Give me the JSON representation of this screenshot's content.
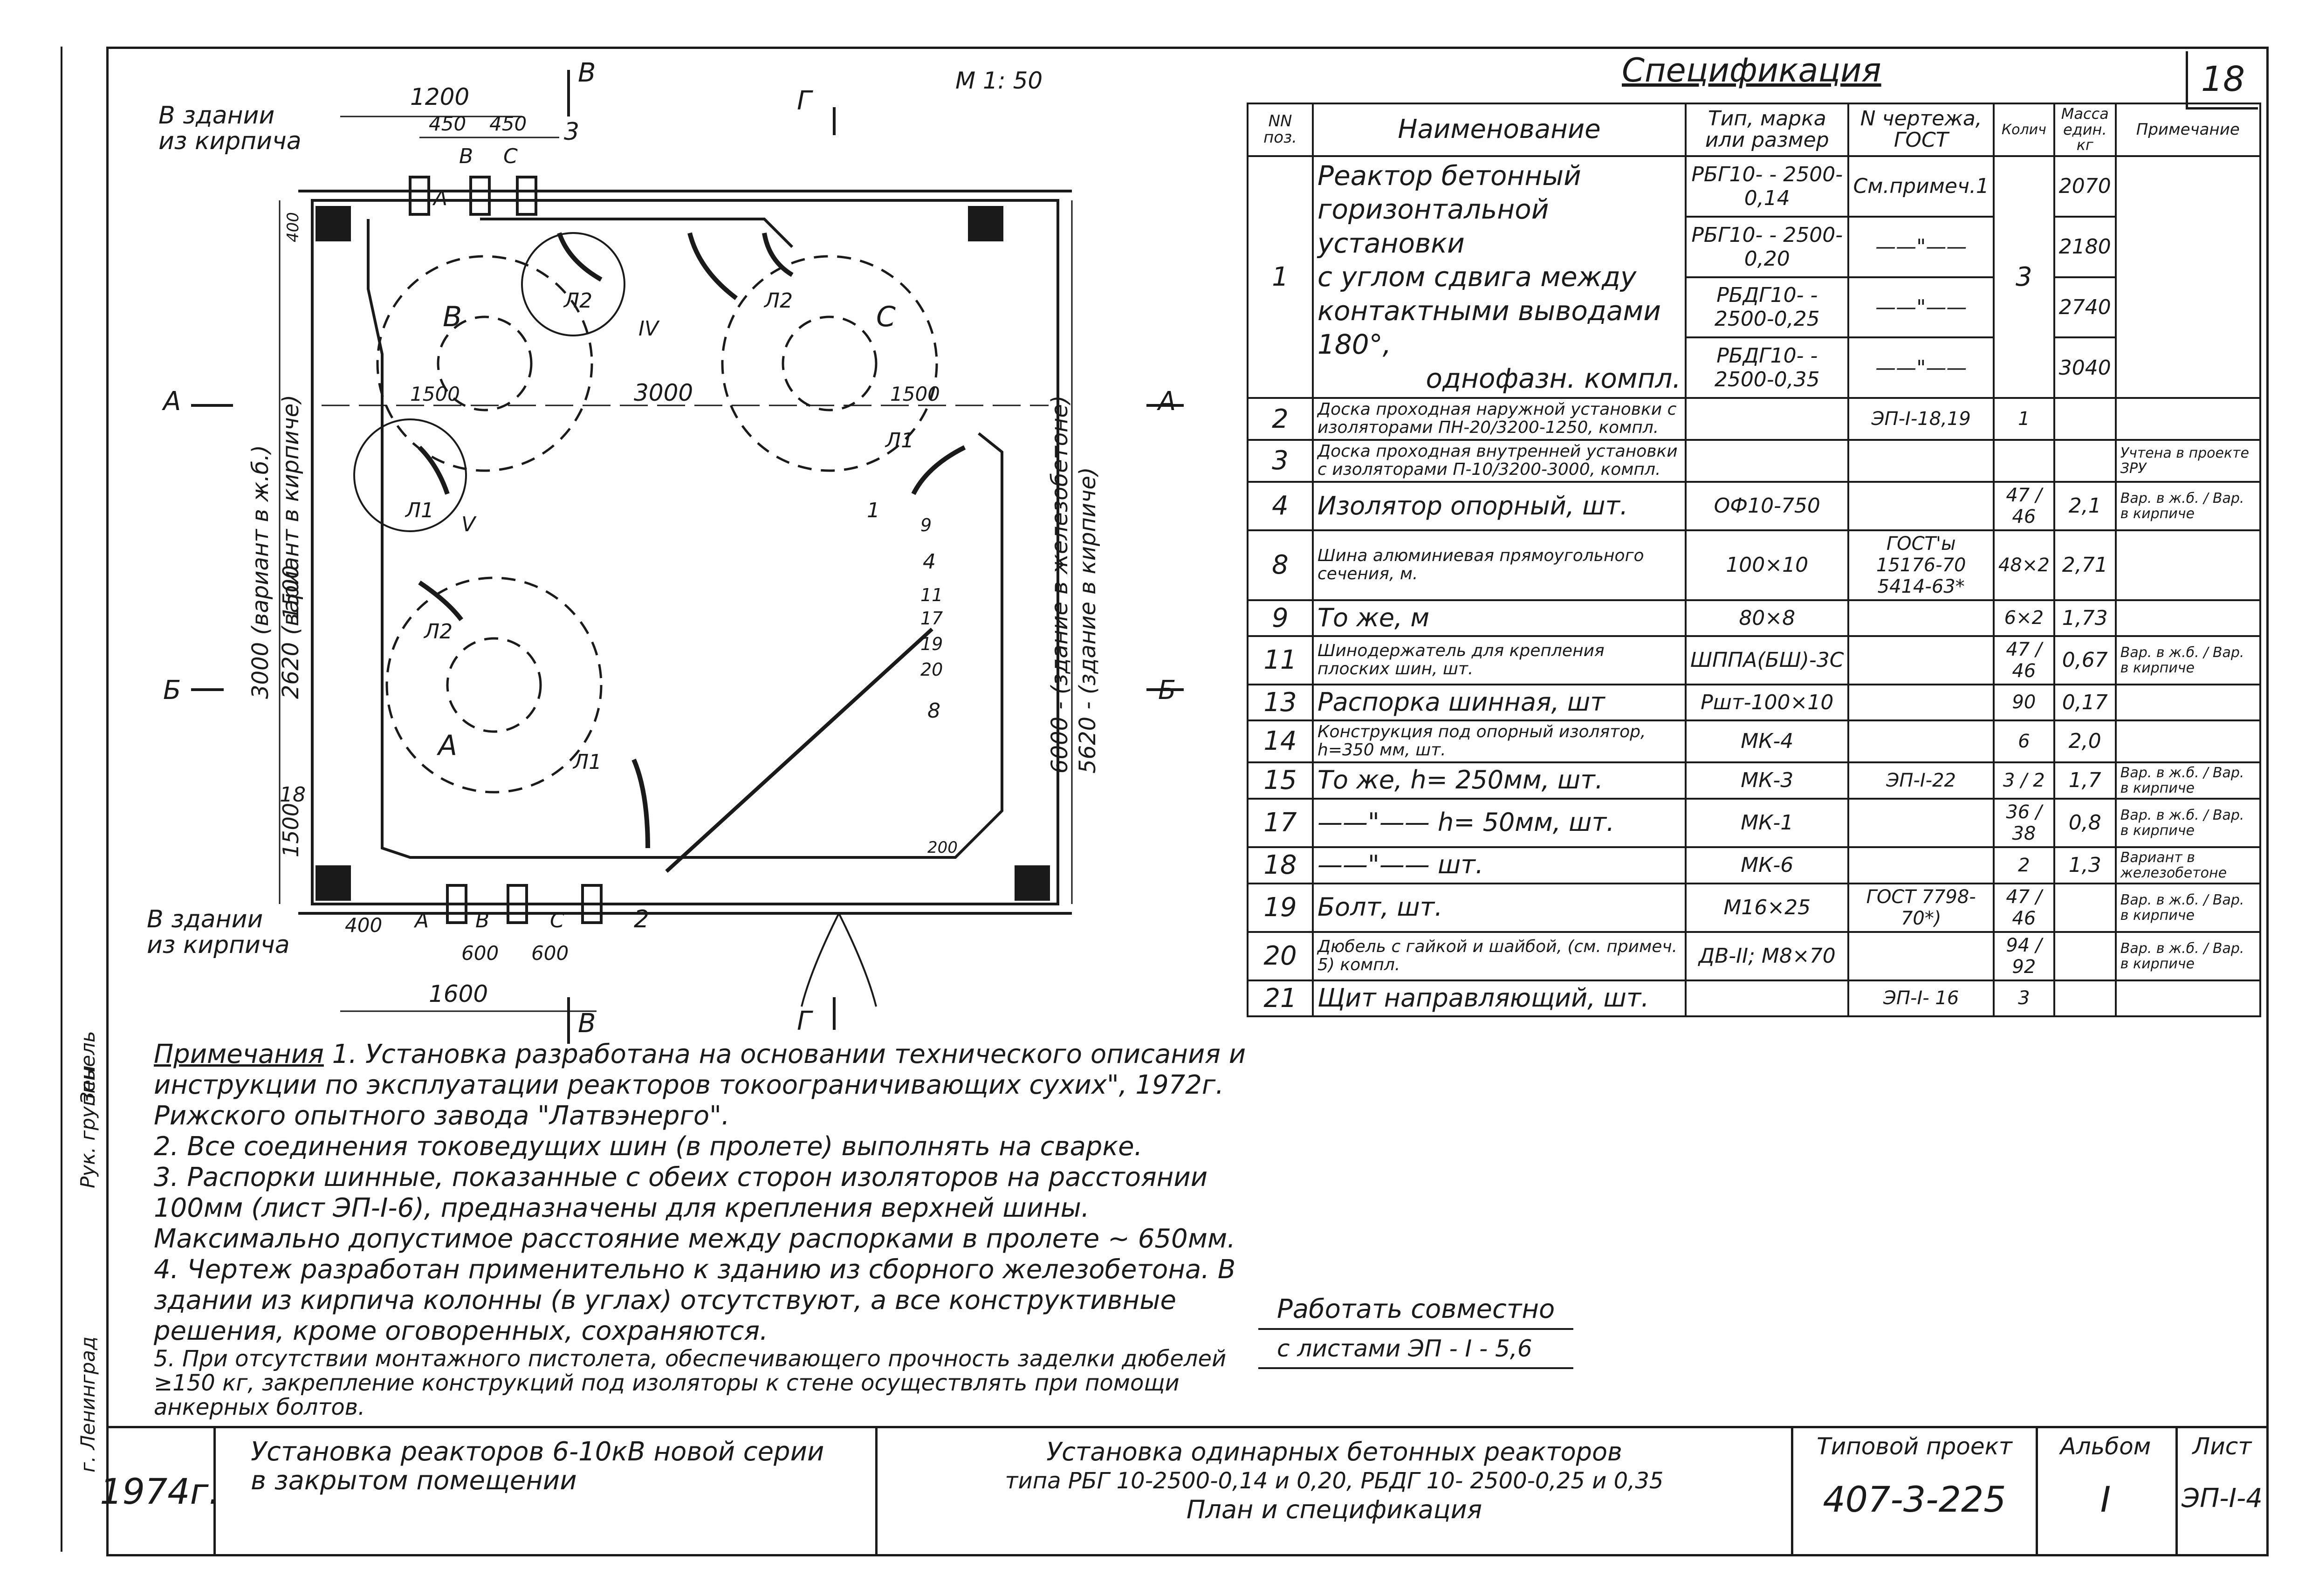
{
  "sheet_number": "18",
  "scale": "М 1: 50",
  "plan": {
    "label_brick_top": [
      "В здании",
      "из кирпича"
    ],
    "label_brick_bottom": [
      "В здании",
      "из кирпича"
    ],
    "dims_top": [
      "1200",
      "450",
      "450"
    ],
    "dims_bottom": [
      "400",
      "600",
      "600",
      "1600"
    ],
    "dims_left": [
      "400",
      "1500",
      "1500"
    ],
    "dim_mid": [
      "1500",
      "3000",
      "1500"
    ],
    "dim_left_vertical": "3000 (вариант в ж.б.)",
    "dim_left_vertical2": "2620 (вариант в кирпиче)",
    "dim_right_vertical": "6000 - (здание в железобетоне)",
    "dim_right_vertical2": "5620 - (здание в кирпиче)",
    "dim_corner": "200",
    "phase_labels_top": [
      "А",
      "В",
      "С"
    ],
    "phase_labels_bottom": [
      "А",
      "В",
      "С"
    ],
    "reactor_labels": [
      "В",
      "С",
      "А"
    ],
    "lead_labels": [
      "Л2",
      "Л2",
      "Л1",
      "Л1",
      "Л2",
      "Л1"
    ],
    "section_labels": [
      "А",
      "А",
      "Б",
      "Б",
      "В",
      "В",
      "Г",
      "Г"
    ],
    "detail_labels": [
      "IV",
      "V"
    ],
    "callouts_top": [
      "3"
    ],
    "callouts_right": [
      "9",
      "4",
      "11",
      "17",
      "19",
      "20",
      "8"
    ],
    "callouts_other": [
      "1",
      "18",
      "2"
    ]
  },
  "spec": {
    "title": "Спецификация",
    "headers": [
      "NN поз.",
      "Наименование",
      "Тип, марка или размер",
      "N чертежа, ГОСТ",
      "Колич",
      "Масса един. кг",
      "Примечание"
    ],
    "row1": {
      "pos": "1",
      "name": [
        "Реактор бетонный",
        "горизонтальной установки",
        "с углом сдвига между",
        "контактными выводами 180°,",
        "однофазн. компл."
      ],
      "types": [
        "РБГ10- - 2500-0,14",
        "РБГ10- - 2500-0,20",
        "РБДГ10- - 2500-0,25",
        "РБДГ10- - 2500-0,35"
      ],
      "gost": [
        "См.примеч.1",
        "——\"——",
        "——\"——",
        "——\"——"
      ],
      "qty": "3",
      "mass": [
        "2070",
        "2180",
        "2740",
        "3040"
      ]
    },
    "rows": [
      {
        "pos": "2",
        "name": "Доска проходная наружной установки с изоляторами ПН-20/3200-1250, компл.",
        "type": "",
        "gost": "ЭП-I-18,19",
        "qty": "1",
        "mass": "",
        "note": ""
      },
      {
        "pos": "3",
        "name": "Доска проходная внутренней установки с изоляторами П-10/3200-3000, компл.",
        "type": "",
        "gost": "",
        "qty": "",
        "mass": "",
        "note": "Учтена в проекте ЗРУ"
      },
      {
        "pos": "4",
        "name": "Изолятор опорный, шт.",
        "type": "ОФ10-750",
        "gost": "",
        "qty": "47 / 46",
        "mass": "2,1",
        "note": "Вар. в ж.б. / Вар. в кирпиче"
      },
      {
        "pos": "8",
        "name": "Шина алюминиевая прямоугольного сечения, м.",
        "type": "100×10",
        "gost": "ГОСТ'ы 15176-70 5414-63*",
        "qty": "48×2",
        "mass": "2,71",
        "note": ""
      },
      {
        "pos": "9",
        "name": "То же, м",
        "type": "80×8",
        "gost": "",
        "qty": "6×2",
        "mass": "1,73",
        "note": ""
      },
      {
        "pos": "11",
        "name": "Шинодержатель для крепления плоских шин, шт.",
        "type": "ШППА(БШ)-3С",
        "gost": "",
        "qty": "47 / 46",
        "mass": "0,67",
        "note": "Вар. в ж.б. / Вар. в кирпиче"
      },
      {
        "pos": "13",
        "name": "Распорка шинная, шт",
        "type": "Ршт-100×10",
        "gost": "",
        "qty": "90",
        "mass": "0,17",
        "note": ""
      },
      {
        "pos": "14",
        "name": "Конструкция под опорный изолятор, h=350 мм, шт.",
        "type": "МК-4",
        "gost": "",
        "qty": "6",
        "mass": "2,0",
        "note": ""
      },
      {
        "pos": "15",
        "name": "То же, h= 250мм, шт.",
        "type": "МК-3",
        "gost": "ЭП-I-22",
        "qty": "3 / 2",
        "mass": "1,7",
        "note": "Вар. в ж.б. / Вар. в кирпиче"
      },
      {
        "pos": "17",
        "name": "——\"—— h= 50мм, шт.",
        "type": "МК-1",
        "gost": "",
        "qty": "36 / 38",
        "mass": "0,8",
        "note": "Вар. в ж.б. / Вар. в кирпиче"
      },
      {
        "pos": "18",
        "name": "——\"—— шт.",
        "type": "МК-6",
        "gost": "",
        "qty": "2",
        "mass": "1,3",
        "note": "Вариант в железобетоне"
      },
      {
        "pos": "19",
        "name": "Болт, шт.",
        "type": "М16×25",
        "gost": "ГОСТ 7798-70*)",
        "qty": "47 / 46",
        "mass": "",
        "note": "Вар. в ж.б. / Вар. в кирпиче"
      },
      {
        "pos": "20",
        "name": "Дюбель с гайкой и шайбой, (см. примеч. 5) компл.",
        "type": "ДВ-II; М8×70",
        "gost": "",
        "qty": "94 / 92",
        "mass": "",
        "note": "Вар. в ж.б. / Вар. в кирпиче"
      },
      {
        "pos": "21",
        "name": "Щит направляющий, шт.",
        "type": "",
        "gost": "ЭП-I- 16",
        "qty": "3",
        "mass": "",
        "note": ""
      }
    ]
  },
  "notes": {
    "heading": "Примечания",
    "n1": "1. Установка разработана на основании технического описания и инструкции по эксплуатации реакторов токоограничивающих сухих\", 1972г. Рижского опытного завода \"Латвэнерго\".",
    "n2": "2. Все соединения токоведущих шин (в пролете) выполнять на сварке.",
    "n3": "3. Распорки шинные, показанные с обеих сторон изоляторов на расстоянии 100мм (лист ЭП-I-6), предназначены для крепления верхней шины. Максимально допустимое расстояние между распорками в пролете ~ 650мм.",
    "n4": "4. Чертеж разработан применительно к зданию из сборного железобетона. В здании из кирпича колонны (в углах) отсутствуют, а все конструктивные решения, кроме оговоренных, сохраняются.",
    "n5": "5. При отсутствии монтажного пистолета, обеспечивающего прочность заделки дюбелей ≥150 кг, закрепление конструкций под изоляторы к стене осуществлять при помощи анкерных болтов."
  },
  "work_together": [
    "Работать совместно",
    "с листами ЭП - I - 5,6"
  ],
  "stamp": {
    "year": "1974г.",
    "title_left": "Установка реакторов 6-10кВ новой серии в закрытом помещении",
    "title_mid_1": "Установка одинарных бетонных реакторов",
    "title_mid_2": "типа РБГ 10-2500-0,14 и 0,20, РБДГ 10- 2500-0,25 и 0,35",
    "title_mid_3": "План и спецификация",
    "project_label": "Типовой проект",
    "project_value": "407-3-225",
    "album_label": "Альбом",
    "album_value": "I",
    "sheet_label": "Лист",
    "sheet_value": "ЭП-I-4"
  },
  "side": {
    "city": "г. Ленинград",
    "role1": "Рук. группы",
    "role2": "Зенель"
  }
}
